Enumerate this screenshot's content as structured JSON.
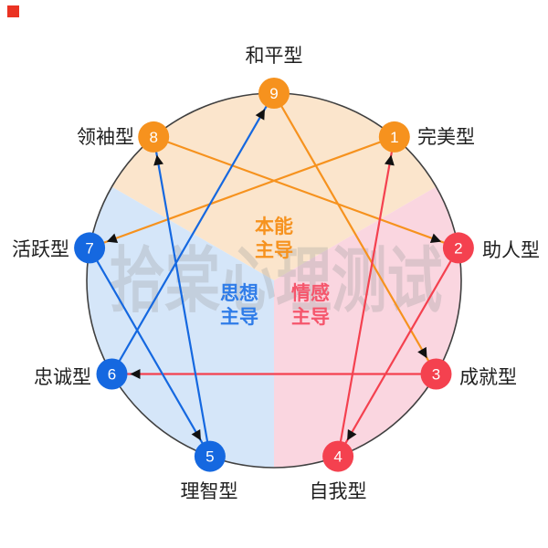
{
  "marker": {
    "color": "#EA3323"
  },
  "watermark": {
    "text": "拾棠心理测试",
    "color": "rgba(155,155,155,0.30)"
  },
  "sectors": {
    "instinct": {
      "fill": "#FBE5CC",
      "label_line1": "本能",
      "label_line2": "主导",
      "text_color": "#F6921E"
    },
    "head": {
      "fill": "#D5E6F9",
      "label_line1": "思想",
      "label_line2": "主导",
      "text_color": "#2F7CE8"
    },
    "heart": {
      "fill": "#FAD6E0",
      "label_line1": "情感",
      "label_line2": "主导",
      "text_color": "#F5566C"
    }
  },
  "node_colors": {
    "instinct": "#F6921E",
    "head": "#1568E0",
    "heart": "#F4414F"
  },
  "outline_color": "#404040",
  "arrowhead_color": "#111111",
  "nodes": [
    {
      "num": "9",
      "label": "和平型",
      "group": "instinct"
    },
    {
      "num": "1",
      "label": "完美型",
      "group": "instinct"
    },
    {
      "num": "2",
      "label": "助人型",
      "group": "heart"
    },
    {
      "num": "3",
      "label": "成就型",
      "group": "heart"
    },
    {
      "num": "4",
      "label": "自我型",
      "group": "heart"
    },
    {
      "num": "5",
      "label": "理智型",
      "group": "head"
    },
    {
      "num": "6",
      "label": "忠诚型",
      "group": "head"
    },
    {
      "num": "7",
      "label": "活跃型",
      "group": "head"
    },
    {
      "num": "8",
      "label": "领袖型",
      "group": "instinct"
    }
  ],
  "connections": [
    {
      "from": "9",
      "to": "3",
      "color": "#F6921E"
    },
    {
      "from": "8",
      "to": "2",
      "color": "#F6921E"
    },
    {
      "from": "1",
      "to": "7",
      "color": "#F6921E"
    },
    {
      "from": "3",
      "to": "6",
      "color": "#F4414F"
    },
    {
      "from": "2",
      "to": "4",
      "color": "#F4414F"
    },
    {
      "from": "4",
      "to": "1",
      "color": "#F4414F"
    },
    {
      "from": "6",
      "to": "9",
      "color": "#1568E0"
    },
    {
      "from": "7",
      "to": "5",
      "color": "#1568E0"
    },
    {
      "from": "5",
      "to": "8",
      "color": "#1568E0"
    }
  ]
}
